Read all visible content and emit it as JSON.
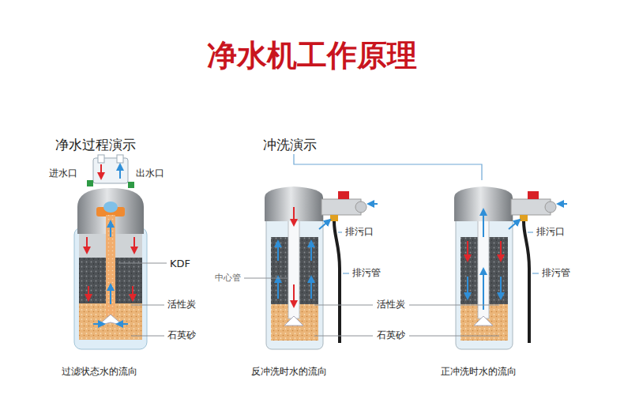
{
  "diagram": {
    "title": "净水机工作原理",
    "labels": [
      "净水过程演示",
      "冲洗演示",
      "进水口",
      "出水口",
      "KDF",
      "中心管",
      "活性炭",
      "石英砂",
      "过滤状态水的流向",
      "排污口",
      "排污管",
      "活性炭",
      "石英砂",
      "反冲洗时水的流向",
      "排污口",
      "排污管",
      "正冲洗时水的流向"
    ]
  }
}
